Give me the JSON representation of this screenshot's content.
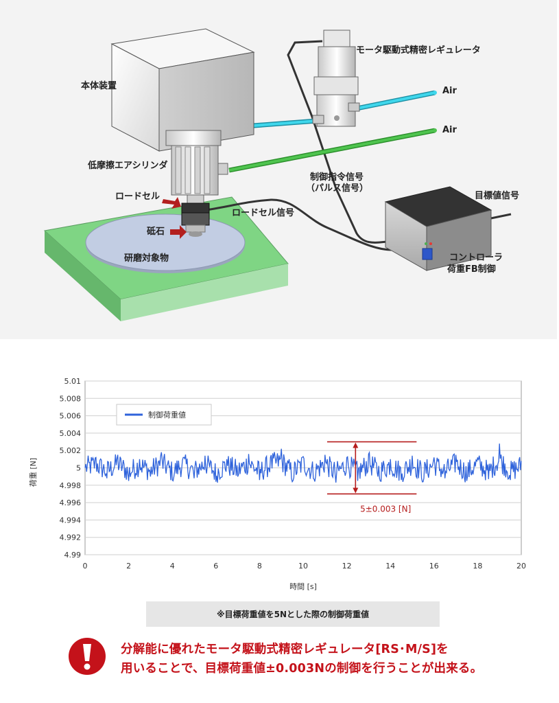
{
  "diagram": {
    "labels": {
      "main_unit": "本体装置",
      "regulator": "モータ駆動式精密レギュレータ",
      "air1": "Air",
      "air2": "Air",
      "cylinder": "低摩擦エアシリンダ",
      "control_signal_line1": "制御指令信号",
      "control_signal_line2": "（パルス信号）",
      "target_signal": "目標値信号",
      "load_cell": "ロードセル",
      "load_cell_signal": "ロードセル信号",
      "grindstone": "砥石",
      "workpiece": "研磨対象物",
      "controller_line1": "コントローラ",
      "controller_line2": "荷重FB制御"
    },
    "colors": {
      "table_green": "#7fd584",
      "air_cyan": "#3fd7ec",
      "air_green": "#4fc44f",
      "arrow_red": "#b3201f",
      "workpiece_blue": "#c2cde3"
    }
  },
  "chart_data": {
    "type": "line",
    "x": [
      0,
      0.5,
      1,
      1.5,
      2,
      2.5,
      3,
      3.5,
      4,
      4.5,
      5,
      5.5,
      6,
      6.5,
      7,
      7.5,
      8,
      8.5,
      9,
      9.5,
      10,
      10.5,
      11,
      11.5,
      12,
      12.5,
      13,
      13.5,
      14,
      14.5,
      15,
      15.5,
      16,
      16.5,
      17,
      17.5,
      18,
      18.5,
      19,
      19.5,
      20
    ],
    "series": [
      {
        "name": "制御荷重値",
        "color": "#2f63db",
        "values": [
          5.0,
          5.0012,
          4.9988,
          5.0015,
          4.9985,
          5.001,
          4.999,
          5.0018,
          4.9986,
          5.0012,
          4.9988,
          5.0014,
          4.9984,
          5.001,
          4.999,
          5.0016,
          4.9986,
          5.0012,
          5.0022,
          4.9984,
          5.0013,
          4.9987,
          5.0015,
          4.9983,
          5.0012,
          4.9985,
          5.0016,
          4.9988,
          5.001,
          4.9986,
          5.0014,
          4.9984,
          5.0012,
          4.9988,
          5.0015,
          4.9985,
          5.0012,
          4.9987,
          5.0028,
          4.9986,
          5.0008
        ]
      }
    ],
    "xlabel": "時間 [s]",
    "ylabel": "荷重 [N]",
    "xlim": [
      0,
      20
    ],
    "ylim": [
      4.99,
      5.01
    ],
    "x_ticks": [
      "0",
      "2",
      "4",
      "6",
      "8",
      "10",
      "12",
      "14",
      "16",
      "18",
      "20"
    ],
    "y_ticks": [
      "5.01",
      "5.008",
      "5.006",
      "5.004",
      "5.002",
      "5",
      "4.998",
      "4.996",
      "4.994",
      "4.992",
      "4.99"
    ],
    "grid": true,
    "legend": "top-left",
    "annotation": {
      "text": "5±0.003 [N]",
      "x_range": [
        11.1,
        15.2
      ],
      "y_upper": 5.003,
      "y_lower": 4.997,
      "arrow_x": 12.4,
      "color": "#b51c1c"
    }
  },
  "note": "※目標荷重値を5Nとした際の制御荷重値",
  "conclusion": {
    "line1": "分解能に優れたモータ駆動式精密レギュレータ[RS･M/S]を",
    "line2": "用いることで、目標荷重値±0.003Nの制御を行うことが出来る。",
    "icon": "exclamation-icon",
    "color": "#c4121a"
  }
}
